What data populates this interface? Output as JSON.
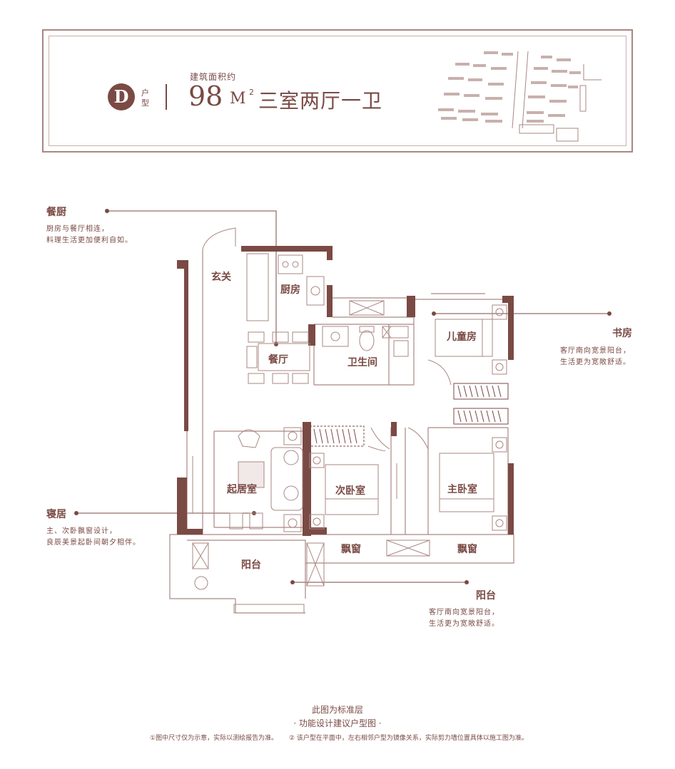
{
  "header": {
    "unit_letter": "D",
    "unit_type_label": "户型",
    "area_caption": "建筑面积约",
    "area_number": "98",
    "area_unit": "M",
    "area_unit_sup": "2",
    "layout_desc": "三室两厅一卫"
  },
  "rooms": {
    "entrance": "玄关",
    "kitchen": "厨房",
    "dining": "餐厅",
    "bathroom": "卫生间",
    "kids_room": "儿童房",
    "living_room": "起居室",
    "second_bedroom": "次卧室",
    "master_bedroom": "主卧室",
    "bay_window_left": "飘窗",
    "bay_window_right": "飘窗",
    "balcony": "阳台"
  },
  "callouts": {
    "kitchen_dining": {
      "title": "餐厨",
      "lines": [
        "厨房与餐厅相连，",
        "料理生活更加便利自如。"
      ]
    },
    "study": {
      "title": "书房",
      "lines": [
        "客厅南向宽景阳台，",
        "生活更为宽敞舒适。"
      ]
    },
    "sleeping": {
      "title": "寝居",
      "lines": [
        "主、次卧飘窗设计，",
        "良辰美景起卧间朝夕相伴。"
      ]
    },
    "balcony": {
      "title": "阳台",
      "lines": [
        "客厅南向宽景阳台，",
        "生活更为宽敞舒适。"
      ]
    }
  },
  "footer": {
    "line1": "此图为标准层",
    "line2": "·  功能设计建议户型图  ·",
    "note1": "①图中尺寸仅为示意，实际以测绘报告为准。",
    "note2": "② 该户型在平面中，左右相邻户型为镜像关系，实际剪力墙位置具体以施工图为准。"
  },
  "colors": {
    "wall": "#7a4a44",
    "line": "#a98782",
    "light": "#e9dedc"
  }
}
